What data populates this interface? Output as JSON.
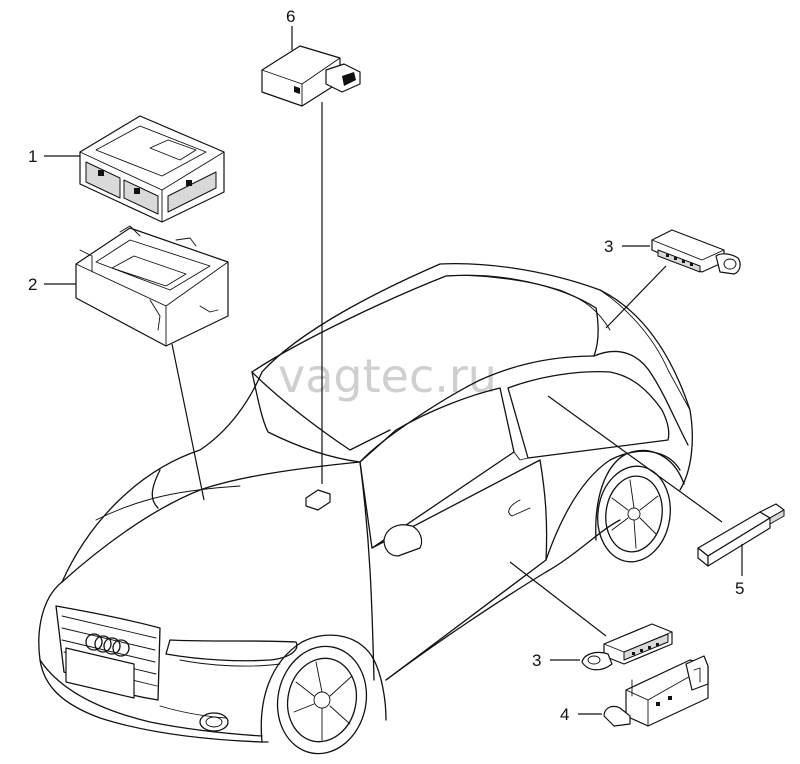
{
  "watermark": "vagtec.ru",
  "callouts": [
    {
      "id": "1",
      "label": "1"
    },
    {
      "id": "2",
      "label": "2"
    },
    {
      "id": "3a",
      "label": "3"
    },
    {
      "id": "3b",
      "label": "3"
    },
    {
      "id": "4",
      "label": "4"
    },
    {
      "id": "5",
      "label": "5"
    },
    {
      "id": "6",
      "label": "6"
    }
  ]
}
